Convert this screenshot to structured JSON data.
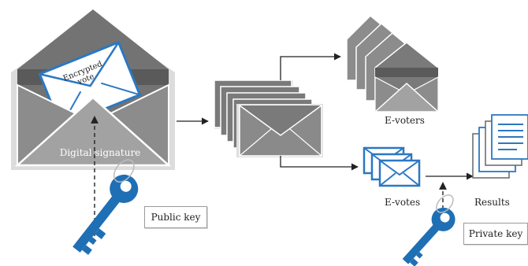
{
  "labels": {
    "encrypted_vote_line1": "Encrypted",
    "encrypted_vote_line2": "vote",
    "digital_signature": "Digital signature",
    "public_key": "Public key",
    "e_voters": "E-voters",
    "e_votes": "E-votes",
    "results": "Results",
    "private_key": "Private key"
  },
  "colors": {
    "envelope_dark": "#707070",
    "envelope_mid": "#8c8c8c",
    "envelope_light": "#a4a4a4",
    "envelope_shadow": "#dcdcdc",
    "key_blue": "#1f6fb5",
    "vote_blue": "#2b78c2",
    "paper": "#ffffff",
    "arrow": "#222222"
  }
}
